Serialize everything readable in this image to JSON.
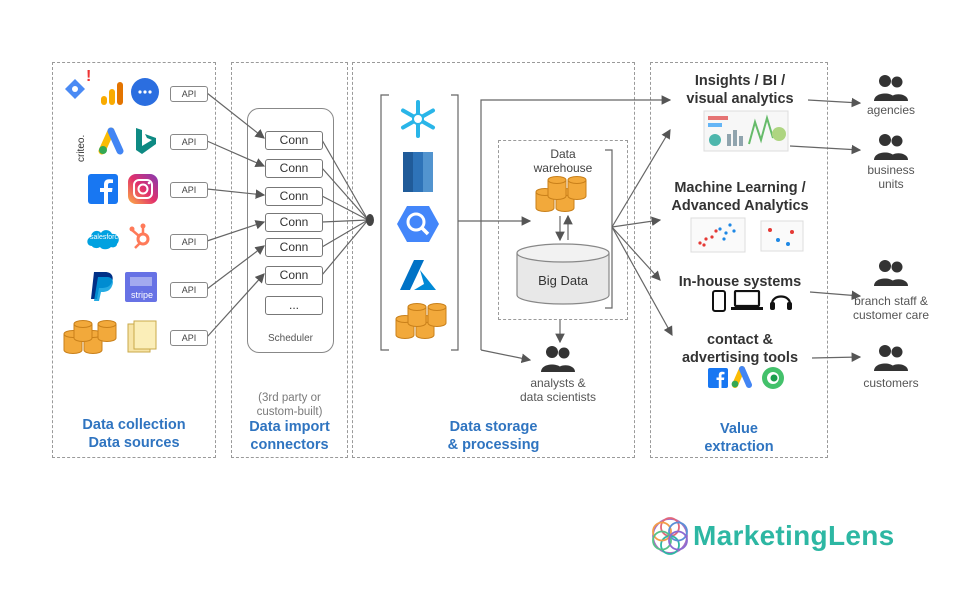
{
  "panels": {
    "collection": {
      "title_line1": "Data collection",
      "title_line2": "Data sources"
    },
    "connectors": {
      "note_line1": "(3rd party or",
      "note_line2": "custom-built)",
      "title_line1": "Data import",
      "title_line2": "connectors",
      "scheduler": "Scheduler",
      "ellipsis": "..."
    },
    "storage": {
      "title_line1": "Data storage",
      "title_line2": "& processing",
      "warehouse_line1": "Data",
      "warehouse_line2": "warehouse",
      "bigdata": "Big Data",
      "analysts_line1": "analysts &",
      "analysts_line2": "data scientists"
    },
    "value": {
      "title_line1": "Value",
      "title_line2": "extraction"
    }
  },
  "api_label": "API",
  "conn_label": "Conn",
  "sources": {
    "criteo": "criteo.",
    "stripe": "stripe",
    "salesforce": "salesforce"
  },
  "outputs": [
    {
      "line1": "Insights / BI /",
      "line2": "visual analytics"
    },
    {
      "line1": "Machine Learning /",
      "line2": "Advanced Analytics"
    },
    {
      "line1": "In-house systems",
      "line2": ""
    },
    {
      "line1": "contact &",
      "line2": "advertising tools"
    }
  ],
  "audiences": [
    {
      "line1": "agencies",
      "line2": ""
    },
    {
      "line1": "business",
      "line2": "units"
    },
    {
      "line1": "branch staff &",
      "line2": "customer care"
    },
    {
      "line1": "customers",
      "line2": ""
    }
  ],
  "brand": "MarketingLens",
  "colors": {
    "accent_blue": "#2f74c0",
    "brand_teal": "#2db7a3",
    "db_orange": "#f2a93b",
    "arrow_gray": "#555555"
  }
}
